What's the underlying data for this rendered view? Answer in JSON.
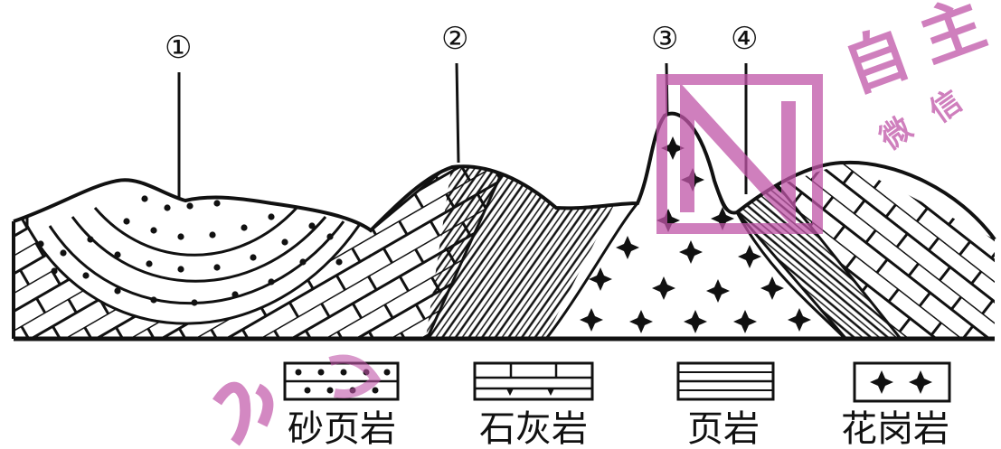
{
  "markers": [
    {
      "id": "1",
      "label": "①"
    },
    {
      "id": "2",
      "label": "②"
    },
    {
      "id": "3",
      "label": "③"
    },
    {
      "id": "4",
      "label": "④"
    }
  ],
  "legend": [
    {
      "key": "sandy-shale",
      "label": "砂页岩"
    },
    {
      "key": "limestone",
      "label": "石灰岩"
    },
    {
      "key": "shale",
      "label": "页岩"
    },
    {
      "key": "granite",
      "label": "花岗岩"
    }
  ],
  "watermark": {
    "char1": "自",
    "char2": "主",
    "char3": "微",
    "char4": "信",
    "color": "#c055a8"
  },
  "colors": {
    "ink": "#111111",
    "watermark": "#c055a8"
  }
}
